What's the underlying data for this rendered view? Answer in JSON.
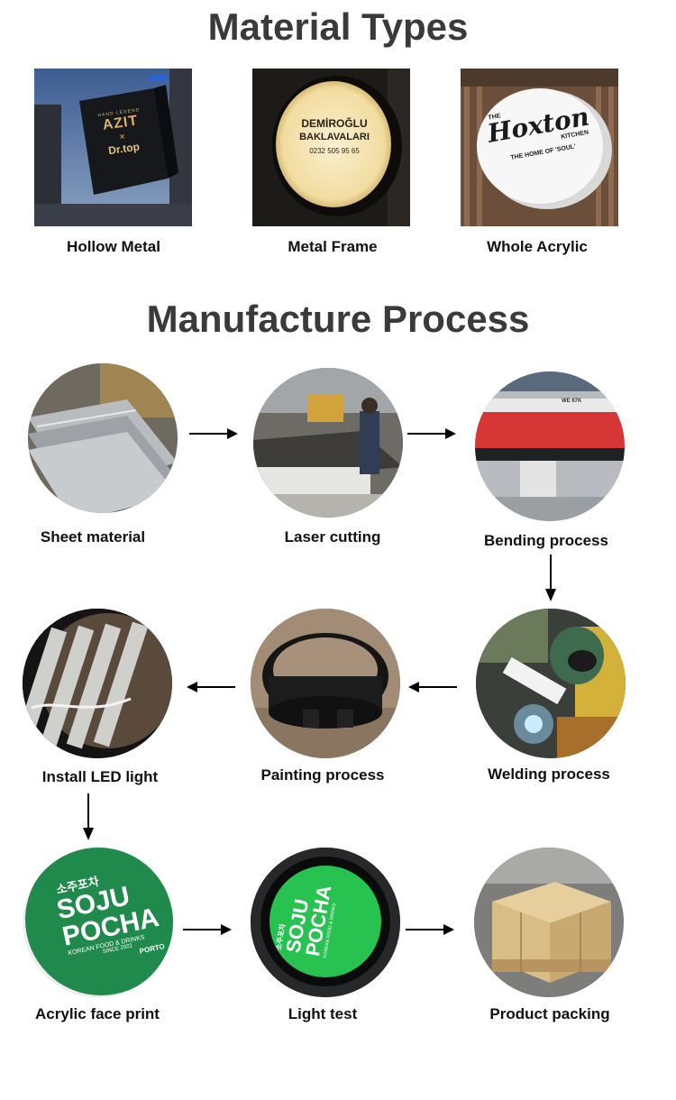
{
  "titles": {
    "material_types": "Material Types",
    "manufacture_process": "Manufacture Process"
  },
  "materials": [
    {
      "label": "Hollow Metal",
      "sign_small": "HAND LEGEND",
      "sign_brand": "AZIT",
      "sign_x": "×",
      "sign_sub": "Dr.top"
    },
    {
      "label": "Metal Frame",
      "sign_line1": "DEMİROĞLU",
      "sign_line2": "BAKLAVALARI",
      "sign_phone": "0232 505 95 65"
    },
    {
      "label": "Whole Acrylic",
      "sign_the": "THE",
      "sign_brand": "Hoxton",
      "sign_kitchen": "KITCHEN",
      "sign_tag": "THE HOME OF 'SOUL'"
    }
  ],
  "steps": [
    {
      "label": "Sheet material"
    },
    {
      "label": "Laser cutting"
    },
    {
      "label": "Bending process",
      "machine_text": "WE 67K"
    },
    {
      "label": "Welding process"
    },
    {
      "label": "Painting process"
    },
    {
      "label": "Install LED light"
    },
    {
      "label": "Acrylic face print",
      "sign_korean": "소주포차",
      "sign_l1": "SOJU",
      "sign_l2": "POCHA",
      "sign_sub": "KOREAN FOOD & DRINKS",
      "sign_since": "SINCE 2022",
      "sign_city": "PORTO"
    },
    {
      "label": "Light test",
      "sign_korean": "소주포차",
      "sign_l1": "SOJU",
      "sign_l2": "POCHA",
      "sign_sub": "KOREAN FOOD & DRINKS"
    },
    {
      "label": "Product packing"
    }
  ],
  "colors": {
    "title": "#3a3a3a",
    "label": "#111111",
    "sign_green": "#1f8a4c"
  }
}
